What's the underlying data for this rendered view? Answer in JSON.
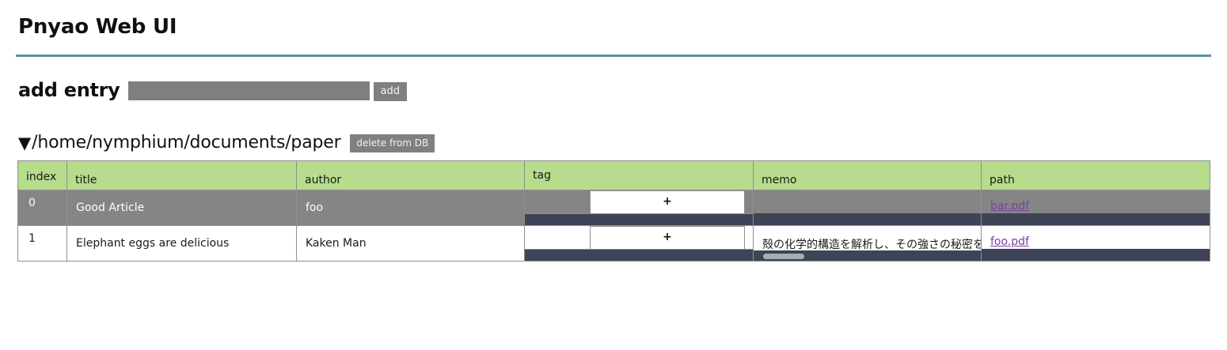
{
  "app": {
    "title": "Pnyao Web UI",
    "accent_color": "#5a9399",
    "header_color": "#b6dc8c",
    "selected_row_color": "#858585",
    "scrollbar_color": "#3e4455",
    "link_color": "#7b3fa0"
  },
  "add_entry": {
    "label": "add entry",
    "input_value": "",
    "input_placeholder": "",
    "add_label": "add"
  },
  "folder": {
    "disclosure_glyph": "▼",
    "path": "/home/nymphium/documents/paper",
    "delete_label": "delete from DB"
  },
  "table": {
    "columns": [
      "index",
      "title",
      "author",
      "tag",
      "memo",
      "path"
    ],
    "rows": [
      {
        "index": "0",
        "title": "Good Article",
        "author": "foo",
        "tag_add_label": "+",
        "tags": [],
        "memo": "",
        "path": "bar.pdf",
        "selected": true
      },
      {
        "index": "1",
        "title": "Elephant eggs are delicious",
        "author": "Kaken Man",
        "tag_add_label": "+",
        "tags": [],
        "memo": "殻の化学的構造を解析し、その強さの秘密を解",
        "path": "foo.pdf",
        "selected": false
      }
    ]
  }
}
